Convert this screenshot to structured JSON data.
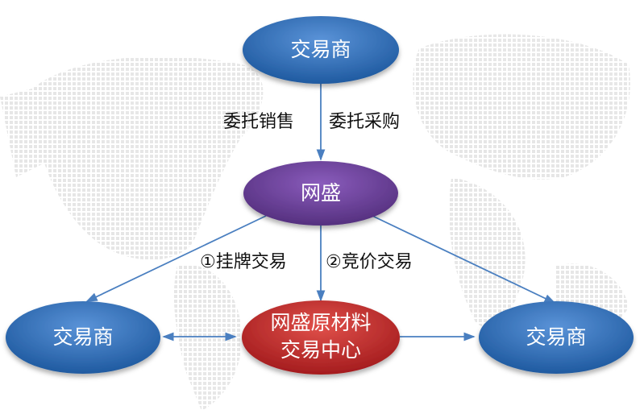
{
  "nodes": {
    "top_trader": "交易商",
    "wangsheng": "网盛",
    "left_trader": "交易商",
    "center_line1": "网盛原材料",
    "center_line2": "交易中心",
    "right_trader": "交易商"
  },
  "labels": {
    "consign_sell": "委托销售",
    "consign_buy": "委托采购",
    "listing_trade": "①挂牌交易",
    "bidding_trade": "②竞价交易"
  },
  "colors": {
    "blue": "#2f6db5",
    "purple": "#6a3d98",
    "red": "#c0282a",
    "line": "#4a7fc0"
  }
}
